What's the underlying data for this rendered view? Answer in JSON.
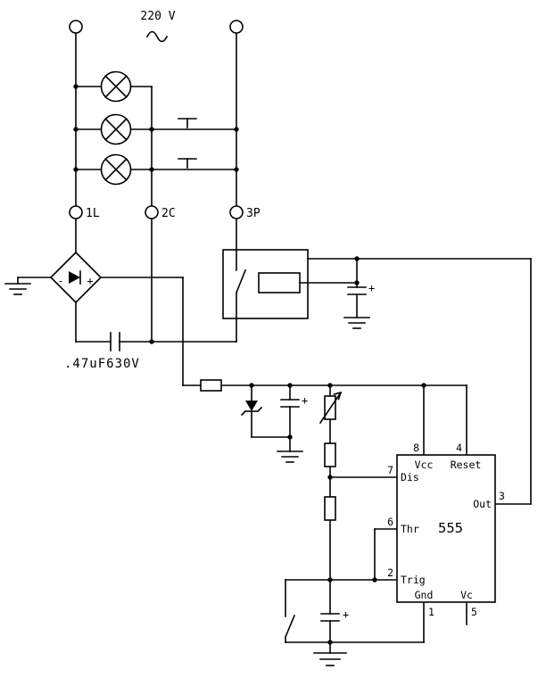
{
  "source": {
    "label": "220 V"
  },
  "terminals": {
    "left": "1L",
    "middle": "2C",
    "right": "3P"
  },
  "bridge": {
    "minus": "-",
    "plus": "+"
  },
  "dropper_cap": {
    "label": ".47uF630V"
  },
  "polarity": {
    "plus": "+"
  },
  "ic555": {
    "name": "555",
    "pins": {
      "vcc": {
        "num": "8",
        "label": "Vcc"
      },
      "reset": {
        "num": "4",
        "label": "Reset"
      },
      "dis": {
        "num": "7",
        "label": "Dis"
      },
      "thr": {
        "num": "6",
        "label": "Thr"
      },
      "trig": {
        "num": "2",
        "label": "Trig"
      },
      "out": {
        "num": "3",
        "label": "Out"
      },
      "gnd": {
        "num": "1",
        "label": "Gnd"
      },
      "vc": {
        "num": "5",
        "label": "Vc"
      }
    }
  },
  "colors": {
    "line": "#000000",
    "background": "#ffffff"
  }
}
